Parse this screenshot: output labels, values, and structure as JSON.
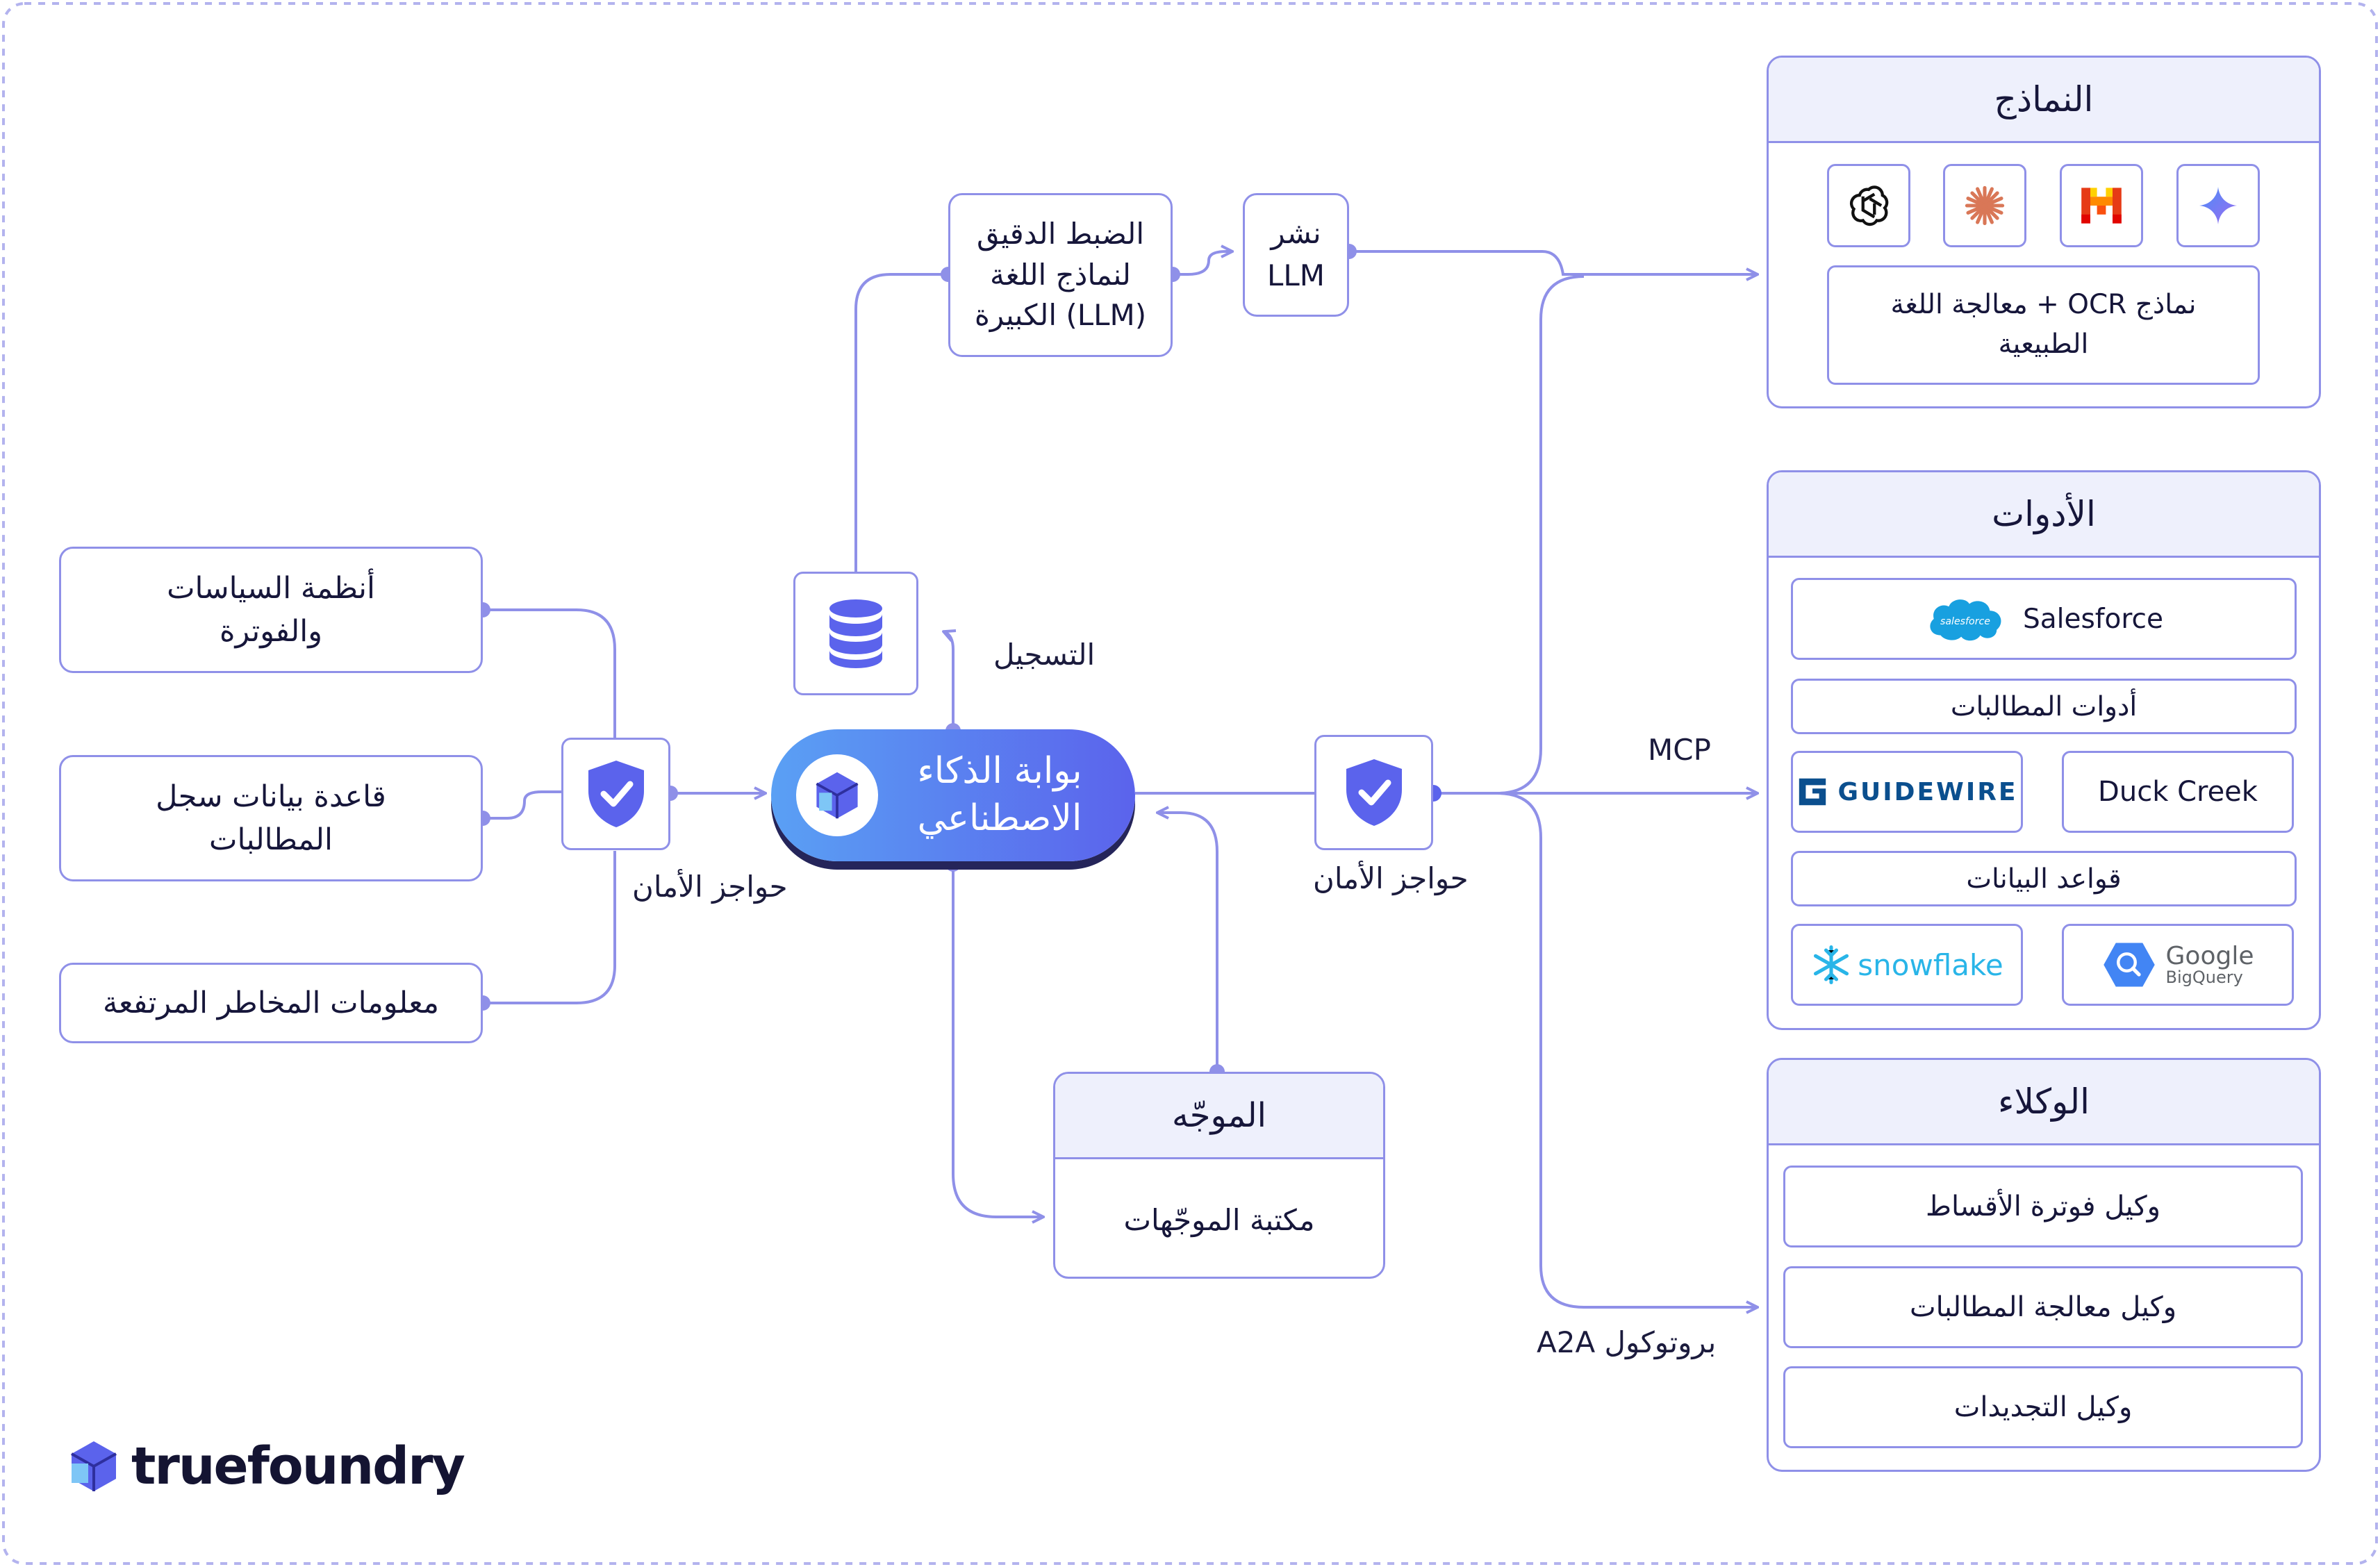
{
  "colors": {
    "line": "#8f90e8",
    "accent": "#5b63ec",
    "header_bg": "#eef0fc",
    "text": "#16163a"
  },
  "sources": {
    "policy": "أنظمة السياسات\nوالفوترة",
    "claims_db": "قاعدة بيانات سجل\nالمطالبات",
    "risk": "معلومات المخاطر المرتفعة"
  },
  "guardrails_left": "حواجز الأمان",
  "guardrails_right": "حواجز الأمان",
  "gateway": {
    "title": "بوابة الذكاء\nالاصطناعي",
    "icon": "truefoundry-cube-icon"
  },
  "logging": {
    "label": "التسجيل",
    "icon": "database-icon"
  },
  "fine_tuning": "الضبط الدقيق\nلنماذج اللغة\nالكبيرة (LLM)",
  "deploy": "نشر\nLLM",
  "router": {
    "title": "الموجّه",
    "library": "مكتبة الموجّهات"
  },
  "protocols": {
    "mcp": "MCP",
    "a2a": "بروتوكول A2A"
  },
  "models": {
    "title": "النماذج",
    "icons": [
      "openai-icon",
      "anthropic-icon",
      "mistral-icon",
      "gemini-icon"
    ],
    "ocr": "معالجة اللغة + OCR نماذج\nالطبيعية"
  },
  "tools": {
    "title": "الأدوات",
    "salesforce": "Salesforce",
    "salesforce_logo": "salesforce",
    "claims_tools": "أدوات المطالبات",
    "guidewire": "GUIDEWIRE",
    "duck_creek": "Duck Creek",
    "databases": "قواعد البيانات",
    "snowflake": "snowflake",
    "google": "Google",
    "bigquery": "BigQuery"
  },
  "agents": {
    "title": "الوكلاء",
    "items": [
      "وكيل فوترة الأقساط",
      "وكيل معالجة المطالبات",
      "وكيل التجديدات"
    ]
  },
  "brand": "truefoundry"
}
